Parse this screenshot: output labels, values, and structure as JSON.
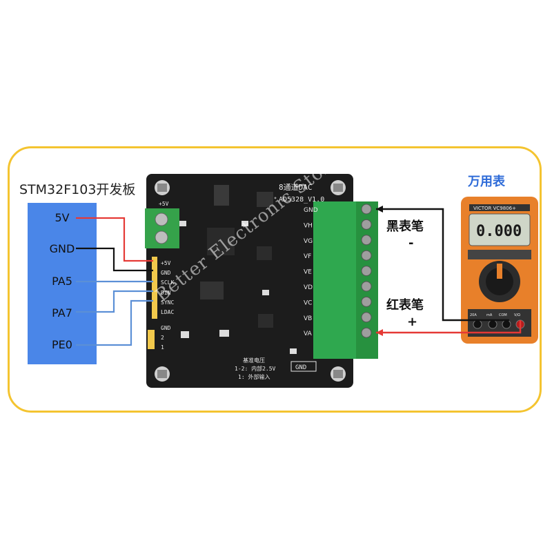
{
  "labels": {
    "stm_board": "STM32F103开发板",
    "multimeter": "万用表",
    "black_probe": "黑表笔",
    "black_sign": "-",
    "red_probe": "红表笔",
    "red_sign": "+"
  },
  "stm_pins": [
    "5V",
    "GND",
    "PA5",
    "PA7",
    "PE0"
  ],
  "dac_board": {
    "title": "8通道DAC",
    "model": "AD5328_V1.0",
    "power_header": [
      "+5V",
      "GND"
    ],
    "signal_header": [
      "SCLK",
      "DIN",
      "SYNC",
      "LDAC"
    ],
    "ref_header": [
      "GND",
      "2",
      "1"
    ],
    "terminal_labels": [
      "GND",
      "VH",
      "VG",
      "VF",
      "VE",
      "VD",
      "VC",
      "VB",
      "VA"
    ],
    "ref_text_1": "基准电压",
    "ref_text_2": "1-2: 内部2.5V",
    "ref_text_3": "1: 外部输入",
    "gnd_label": "GND"
  },
  "meter": {
    "brand": "VICTOR VC9806+",
    "display": "0.000",
    "com_label": "COM",
    "range_labels": [
      "20A",
      "mA",
      "COM",
      "V/Ω"
    ]
  },
  "watermark": "Better Electronic Store",
  "colors": {
    "frame": "#f4c430",
    "stm_board": "#4a86e8",
    "wire_red": "#e53935",
    "wire_black": "#111111",
    "wire_blue": "#5b8fd6",
    "pcb": "#1c1c1c",
    "terminal": "#2fa84f",
    "meter_body": "#e8802a"
  }
}
